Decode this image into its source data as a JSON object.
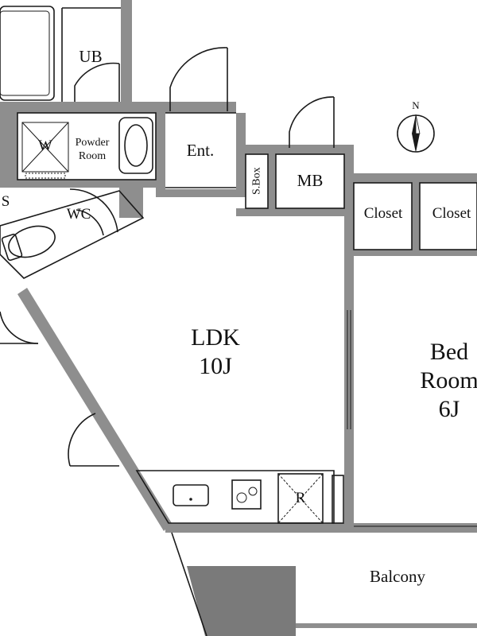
{
  "rooms": {
    "ldk_name": "LDK",
    "ldk_size": "10J",
    "bed_line1": "Bed",
    "bed_line2": "Room",
    "bed_size": "6J",
    "ub": "UB",
    "powder_line1": "Powder",
    "powder_line2": "Room",
    "washer": "W",
    "entrance": "Ent.",
    "sbox": "S.Box",
    "mb": "MB",
    "closet_1": "Closet",
    "closet_2": "Closet",
    "wc": "WC",
    "storage": "S",
    "fridge": "R",
    "balcony": "Balcony"
  },
  "compass": {
    "north_label": "N"
  },
  "colors": {
    "wall": "#8e8e8e",
    "line": "#1a1a1a",
    "background": "#ffffff"
  }
}
